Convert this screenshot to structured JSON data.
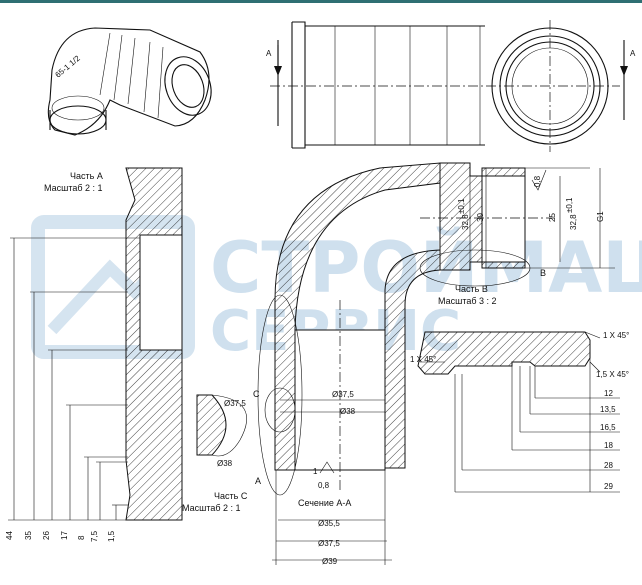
{
  "watermark": {
    "line1": "СТРОЙМАШ",
    "line2": "СЕРВИС"
  },
  "logo_text": "65-1 1/2",
  "section_marks": {
    "a": "A",
    "b": "B",
    "c": "C"
  },
  "views": {
    "part_a": {
      "title": "Часть A",
      "scale": "Масштаб  2 : 1"
    },
    "part_b": {
      "title": "Часть B",
      "scale": "Масштаб 3 : 2"
    },
    "part_c": {
      "title": "Часть C",
      "scale": "Масштаб  2 : 1"
    },
    "section": {
      "title": "Сечение A-A"
    }
  },
  "dims": {
    "part_a": [
      "44",
      "35",
      "26",
      "17",
      "8",
      "7,5",
      "1,5"
    ],
    "part_b": [
      "12",
      "13,5",
      "16,5",
      "18",
      "28",
      "29"
    ],
    "part_b_chamfers": [
      "1 X 45°",
      "1 X 45°",
      "1,5 X 45°"
    ],
    "part_c": [
      "Ø37,5",
      "Ø38"
    ],
    "section_inner": [
      "Ø37,5",
      "Ø38"
    ],
    "section_bottom": [
      "Ø35,5",
      "Ø37,5",
      "Ø39"
    ],
    "section_right": [
      "32,8",
      "30",
      "25",
      "32,8",
      "G1"
    ],
    "tolerance": "±0,1",
    "roughness": [
      "0,8",
      "0,8"
    ],
    "roughness_mark": "1"
  }
}
